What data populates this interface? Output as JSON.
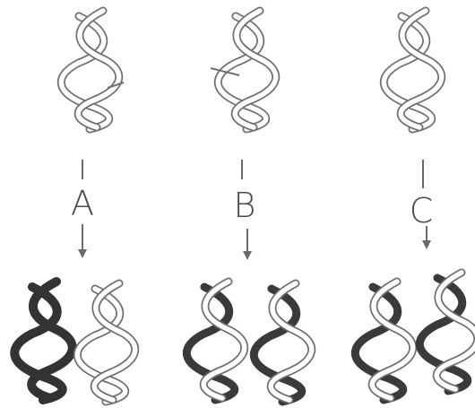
{
  "diagram": {
    "columns": [
      {
        "id": "A",
        "label": "A",
        "parent_mark": "small-tick",
        "offspring": [
          "old-dark",
          "new-light"
        ]
      },
      {
        "id": "B",
        "label": "B",
        "parent_mark": "long-tick",
        "offspring": [
          "mixed",
          "mixed"
        ]
      },
      {
        "id": "C",
        "label": "C",
        "parent_mark": "none",
        "offspring": [
          "mixed",
          "mixed"
        ]
      }
    ],
    "colors": {
      "outline": "#6f6f6f",
      "light_fill": "#ffffff",
      "dark_strand": "#3a3a3a",
      "arrow": "#6a6a6a"
    }
  }
}
